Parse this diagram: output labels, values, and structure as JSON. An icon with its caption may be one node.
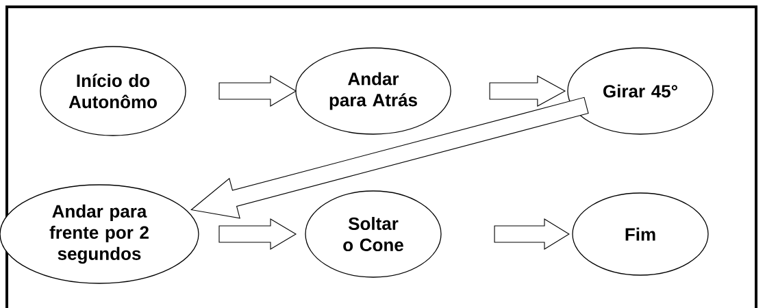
{
  "diagram": {
    "nodes": [
      {
        "text": [
          "Início do Autonômo"
        ]
      },
      {
        "text": [
          "Andar para Atrás"
        ]
      },
      {
        "text": [
          "Girar 45°"
        ]
      },
      {
        "text": [
          "Andar para frente por 2 segundos"
        ]
      },
      {
        "text": [
          "Soltar o Cone"
        ]
      },
      {
        "text": [
          "Fim"
        ]
      }
    ],
    "edges": [
      {
        "from": 0,
        "to": 1,
        "arrow": "to"
      },
      {
        "from": 1,
        "to": 2,
        "arrow": "to"
      },
      {
        "from": 2,
        "to": 3,
        "arrow": "to"
      },
      {
        "from": 3,
        "to": 4,
        "arrow": "to"
      },
      {
        "from": 4,
        "to": 5,
        "arrow": "to"
      }
    ]
  }
}
